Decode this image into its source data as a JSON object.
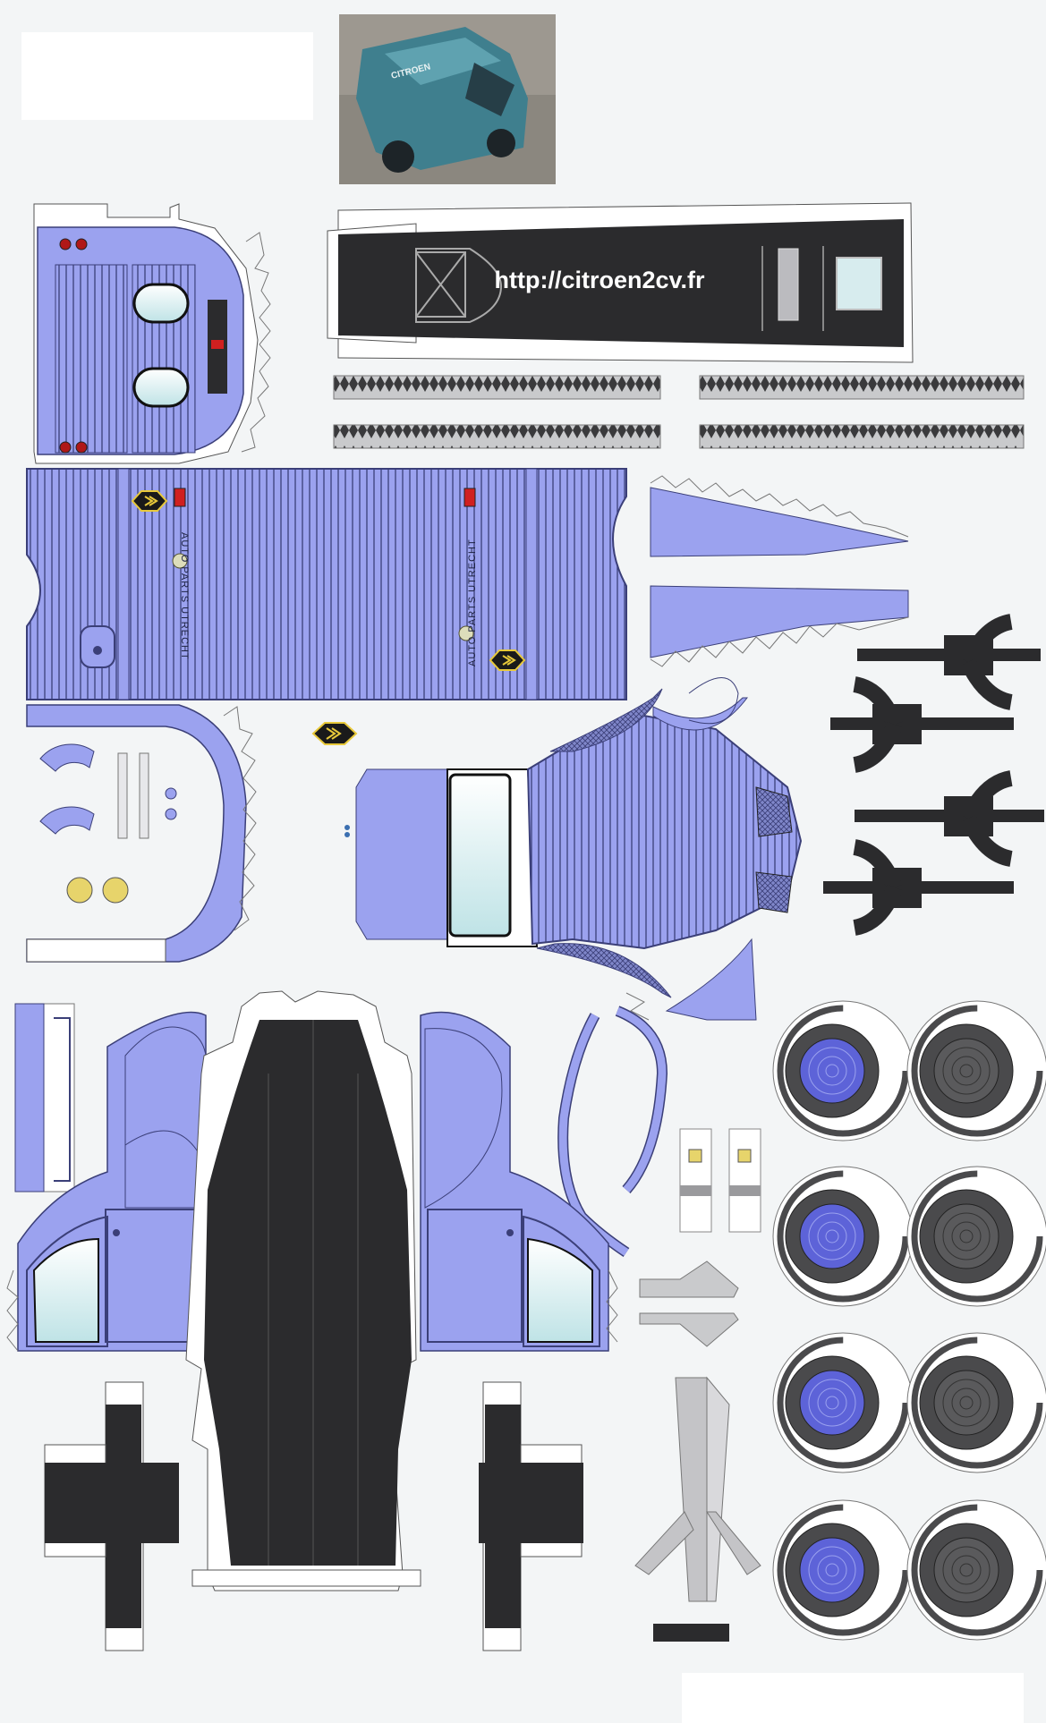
{
  "photo": {
    "van_lettering": "CITROEN"
  },
  "roof_panel": {
    "url": "http://citroen2cv.fr"
  },
  "side_panels": {
    "left_label": "AUTO PARTS UTRECHT",
    "right_label": "AUTO PARTS UTRECHT"
  },
  "colors": {
    "body_blue": "#9ba2ef",
    "outline": "#3b3f78",
    "black_part": "#2b2b2d",
    "tire_gray": "#4a4a4c",
    "glass": "#d7ecee"
  }
}
